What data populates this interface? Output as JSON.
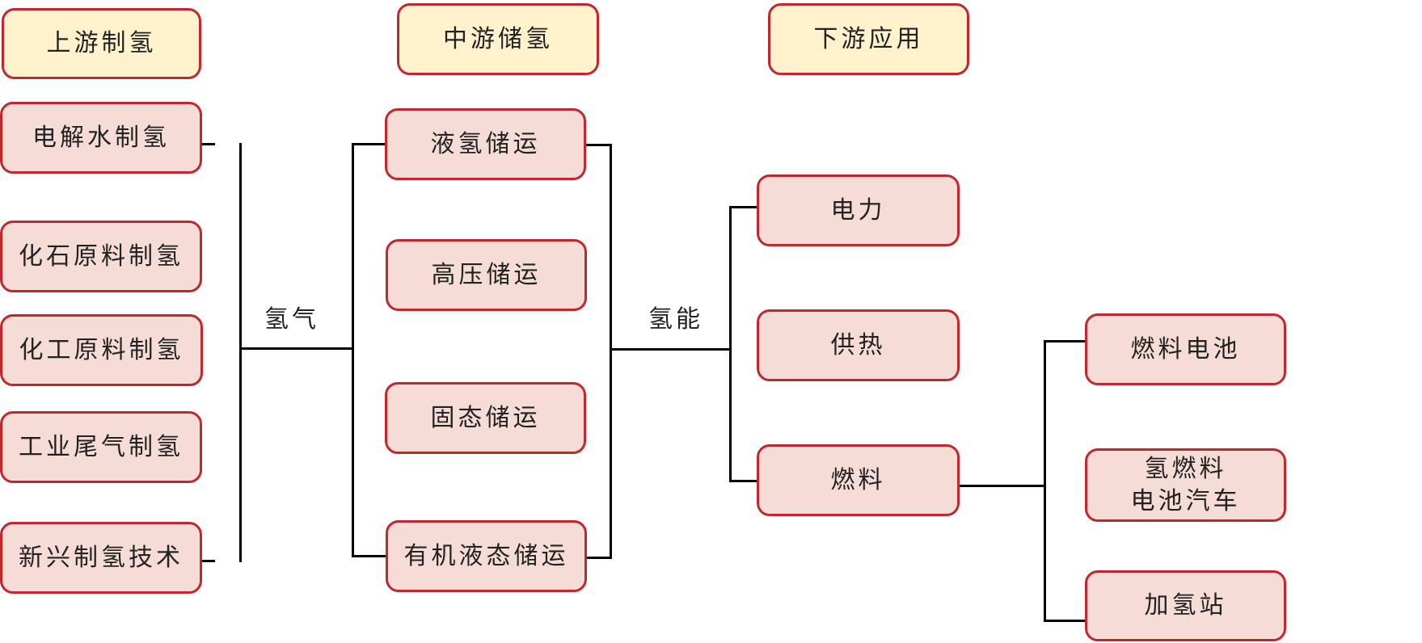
{
  "headers": {
    "upstream": "上游制氢",
    "midstream": "中游储氢",
    "downstream": "下游应用"
  },
  "upstream_items": [
    "电解水制氢",
    "化石原料制氢",
    "化工原料制氢",
    "工业尾气制氢",
    "新兴制氢技术"
  ],
  "midstream_items": [
    "液氢储运",
    "高压储运",
    "固态储运",
    "有机液态储运"
  ],
  "downstream_items": [
    "电力",
    "供热",
    "燃料"
  ],
  "fuel_items": [
    "燃料电池",
    "氢燃料",
    "电池汽车",
    "加氢站"
  ],
  "connector_labels": {
    "hydrogen_gas": "氢气",
    "hydrogen_energy": "氢能"
  },
  "colors": {
    "border": "#c0282d",
    "header_fill": "#fff2cc",
    "node_fill": "#f6dcd7",
    "line": "#000000"
  }
}
